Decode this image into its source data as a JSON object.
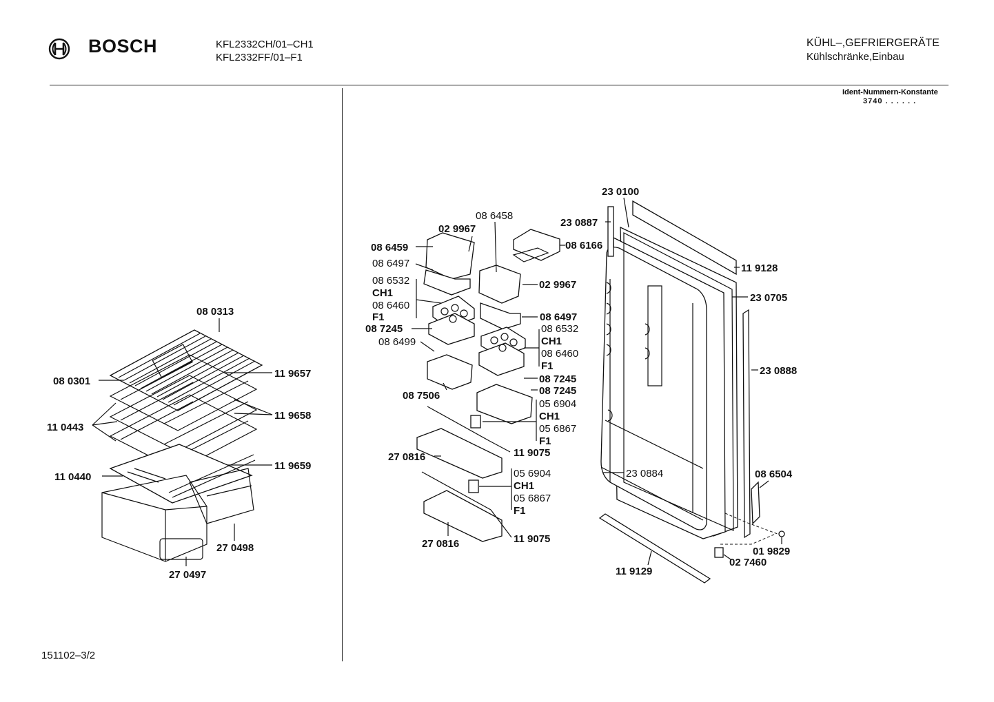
{
  "header": {
    "brand": "BOSCH",
    "model_lines": [
      "KFL2332CH/01–CH1",
      "KFL2332FF/01–F1"
    ],
    "category_lines": [
      "KÜHL–,GEFRIERGERÄTE",
      "Kühlschränke,Einbau"
    ],
    "ident_label": "Ident-Nummern-Konstante",
    "ident_value": "3740  . .   . . . ."
  },
  "footer": {
    "page_ref": "151102–3/2"
  },
  "left_parts": [
    "08 0313",
    "08 0301",
    "11 9657",
    "11 0443",
    "11 9658",
    "11 9659",
    "11 0440",
    "27 0498",
    "27 0497"
  ],
  "right_parts": [
    "23 0100",
    "23 0887",
    "08 6458",
    "02 9967",
    "08 6459",
    "08 6166",
    "08 6497",
    "11 9128",
    "08 6532",
    "CH1",
    "02 9967",
    "08 6460",
    "F1",
    "23 0705",
    "08 7245",
    "08 6497",
    "08 6532",
    "CH1",
    "08 6499",
    "08 6460",
    "F1",
    "23 0888",
    "08 7245",
    "08 7506",
    "08 7245",
    "05 6904",
    "CH1",
    "05 6867",
    "F1",
    "27 0816",
    "11 9075",
    "23 0884",
    "05 6904",
    "08 6504",
    "CH1",
    "05 6867",
    "F1",
    "27 0816",
    "11 9075",
    "01 9829",
    "02 7460",
    "11 9129"
  ]
}
